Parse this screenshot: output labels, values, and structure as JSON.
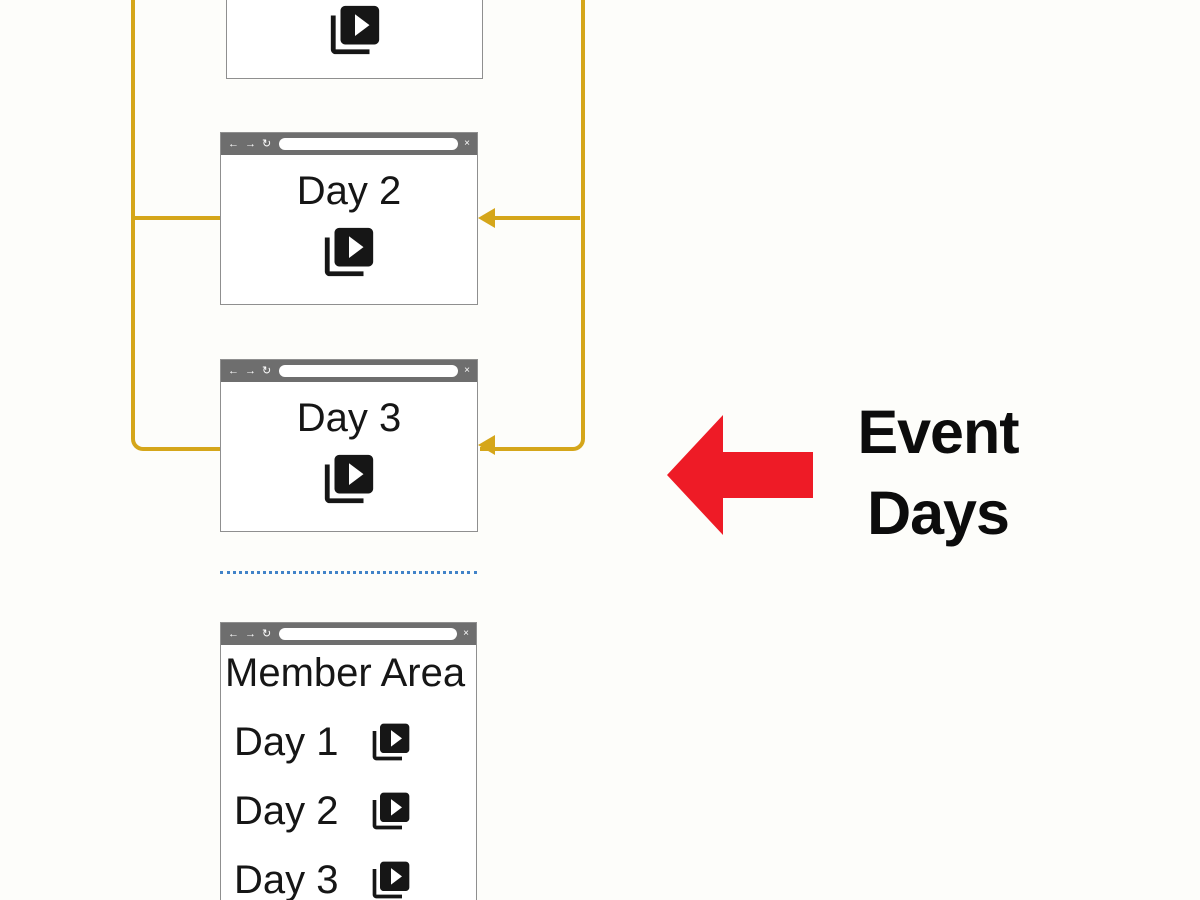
{
  "colors": {
    "connector_gold": "#d5a61a",
    "arrow_red": "#ee1b26",
    "titlebar_gray": "#6e6e6e",
    "separator_blue": "#4183c8",
    "window_background": "#ffffff",
    "canvas_background": "#fdfdfa",
    "icon_black": "#161616"
  },
  "browser_chrome": {
    "back_icon": "←",
    "forward_icon": "→",
    "reload_icon": "↻",
    "close_icon": "×"
  },
  "windows": {
    "top_partial": {
      "label": ""
    },
    "day2": {
      "label": "Day 2"
    },
    "day3": {
      "label": "Day 3"
    },
    "member_area": {
      "title": "Member Area",
      "rows": [
        {
          "label": "Day 1"
        },
        {
          "label": "Day 2"
        },
        {
          "label": "Day 3"
        }
      ]
    }
  },
  "annotation": {
    "line1": "Event",
    "line2": "Days"
  }
}
